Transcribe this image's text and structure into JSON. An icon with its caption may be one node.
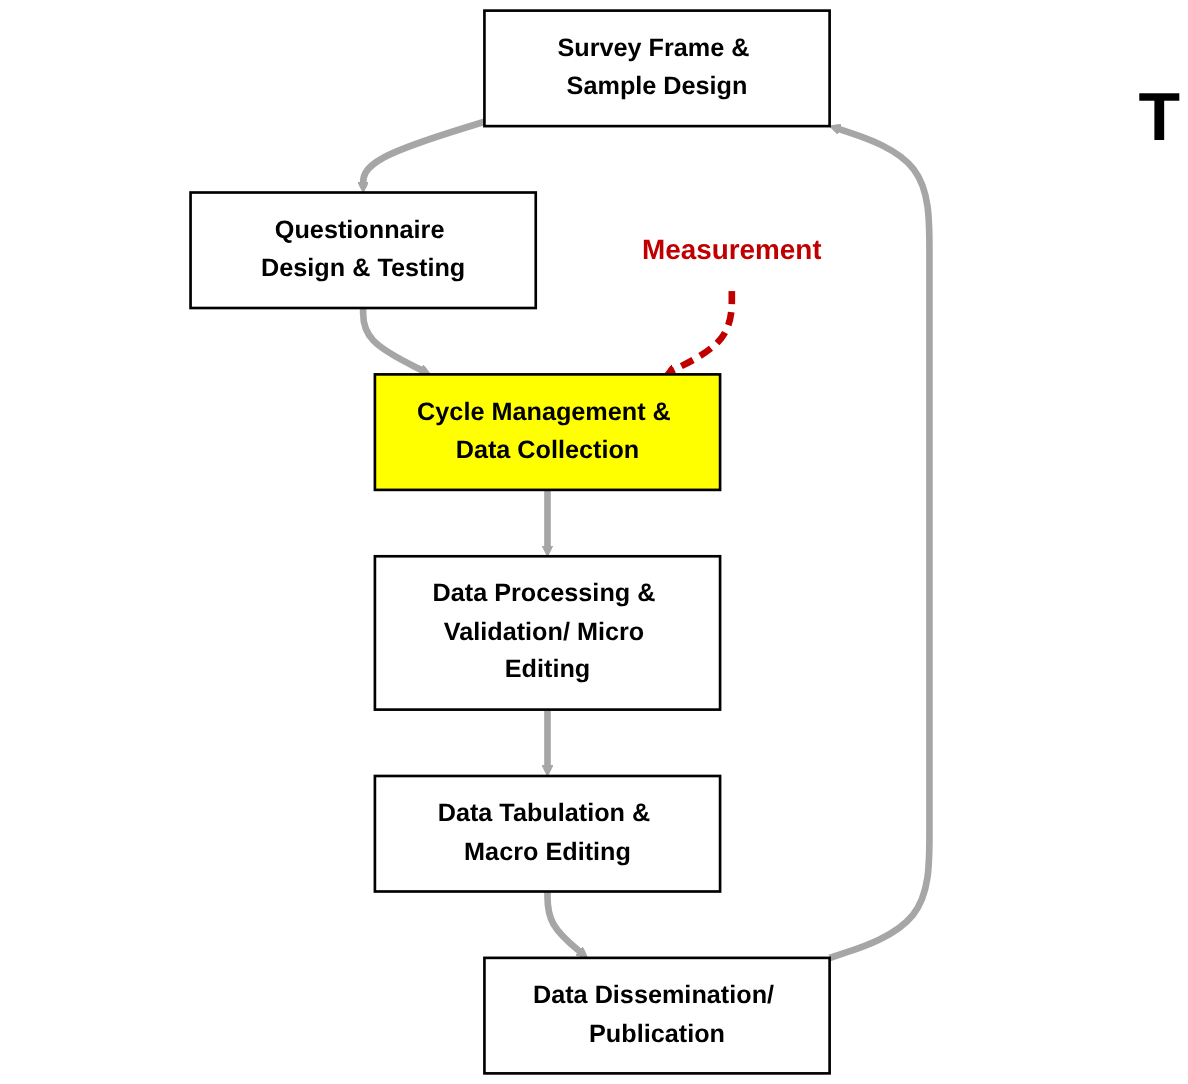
{
  "diagram": {
    "nodes": [
      {
        "text": [
          "Survey Frame & Sample Design"
        ]
      },
      {
        "text": [
          "Questionnaire Design & Testing"
        ]
      },
      {
        "text": [
          "Cycle Management & Data Collection"
        ]
      },
      {
        "text": [
          "Data Processing & Validation/ Micro Editing"
        ]
      },
      {
        "text": [
          "Data Tabulation & Macro Editing"
        ]
      },
      {
        "text": [
          "Data Dissemination/ Publication"
        ]
      },
      {
        "text": [
          "Measurement"
        ]
      }
    ],
    "edges": [
      {
        "from": 0,
        "to": 1,
        "arrow": "to"
      },
      {
        "from": 1,
        "to": 2,
        "arrow": "to"
      },
      {
        "from": 2,
        "to": 3,
        "arrow": "to"
      },
      {
        "from": 3,
        "to": 4,
        "arrow": "to"
      },
      {
        "from": 4,
        "to": 5,
        "arrow": "to"
      },
      {
        "from": 5,
        "to": 0,
        "arrow": "to"
      },
      {
        "from": 6,
        "to": 2,
        "arrow": "to",
        "style": "dashed",
        "color": "#c00000"
      }
    ],
    "labels": [
      "T"
    ]
  }
}
